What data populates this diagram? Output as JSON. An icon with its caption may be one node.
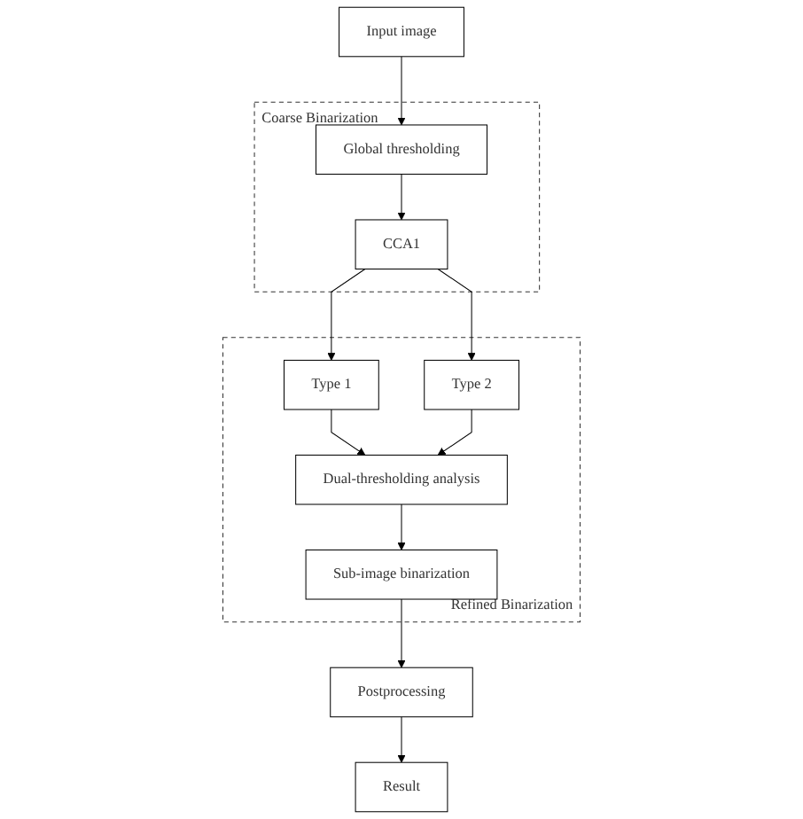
{
  "diagram": {
    "nodes": [
      {
        "text": [
          "Input image"
        ]
      },
      {
        "text": [
          "Coarse Binarization"
        ]
      },
      {
        "text": [
          "Global thresholding"
        ],
        "in": 1
      },
      {
        "text": [
          "CCA1"
        ],
        "in": 1
      },
      {
        "text": [
          "Refined Binarization"
        ]
      },
      {
        "text": [
          "Type 1"
        ],
        "in": 4
      },
      {
        "text": [
          "Type 2"
        ],
        "in": 4
      },
      {
        "text": [
          "Dual-thresholding analysis"
        ],
        "in": 4
      },
      {
        "text": [
          "Sub-image binarization"
        ],
        "in": 4
      },
      {
        "text": [
          "Postprocessing"
        ]
      },
      {
        "text": [
          "Result"
        ]
      }
    ],
    "edges": [
      {
        "from": 0,
        "to": 2,
        "arrow": "to"
      },
      {
        "from": 2,
        "to": 3,
        "arrow": "to"
      },
      {
        "from": 3,
        "to": 5,
        "arrow": "to"
      },
      {
        "from": 3,
        "to": 6,
        "arrow": "to"
      },
      {
        "from": 5,
        "to": 7,
        "arrow": "to"
      },
      {
        "from": 6,
        "to": 7,
        "arrow": "to"
      },
      {
        "from": 7,
        "to": 8,
        "arrow": "to"
      },
      {
        "from": 8,
        "to": 9,
        "arrow": "to"
      },
      {
        "from": 9,
        "to": 10,
        "arrow": "to"
      }
    ]
  }
}
